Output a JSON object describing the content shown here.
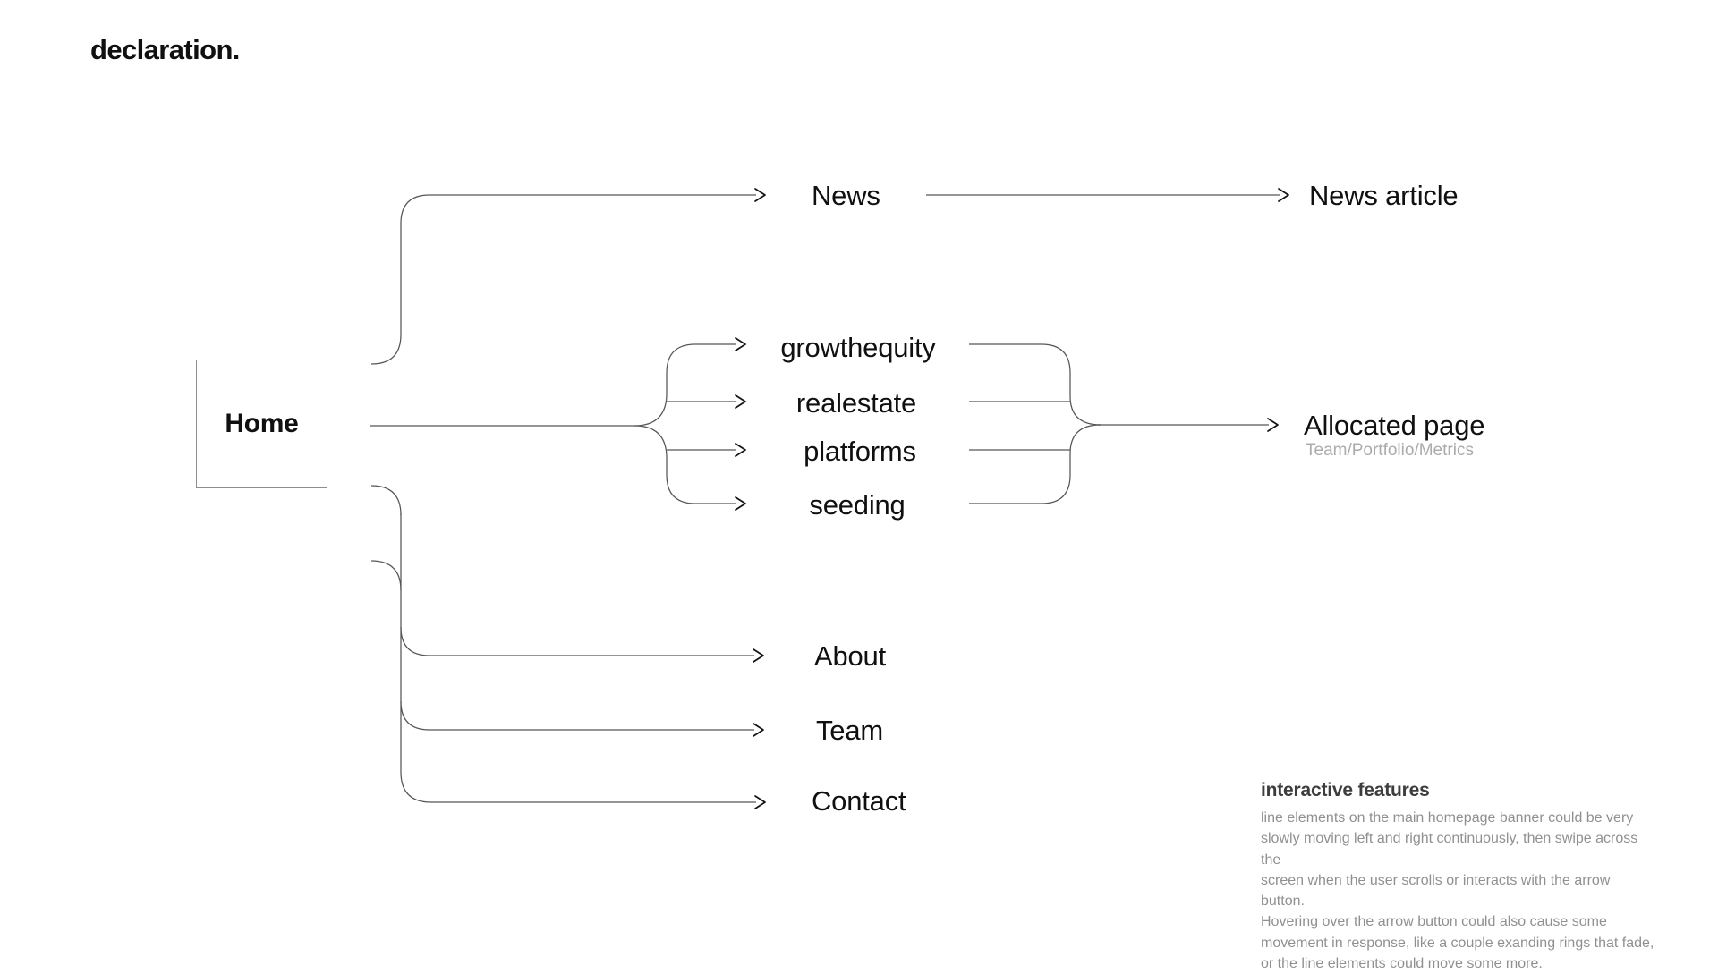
{
  "brand": {
    "logo": "declaration."
  },
  "diagram": {
    "home": "Home",
    "news": "News",
    "news_article": "News article",
    "verticals": [
      "growthequity",
      "realestate",
      "platforms",
      "seeding"
    ],
    "allocated": {
      "title": "Allocated page",
      "subtitle": "Team/Portfolio/Metrics"
    },
    "pages": {
      "about": "About",
      "team": "Team",
      "contact": "Contact"
    }
  },
  "notes": {
    "heading": "interactive features",
    "lines": [
      "line elements on the main homepage banner could be very",
      "slowly moving left and right continuously, then swipe across the",
      "screen when the user scrolls or interacts with the arrow button.",
      "Hovering over the arrow button could also cause some",
      "movement in response, like a couple exanding rings that fade,",
      "or the line elements could move some more."
    ]
  },
  "colors": {
    "background": "#ffffff",
    "text": "#101010",
    "line": "#565656",
    "arrow": "#141414",
    "muted": "#ababab",
    "note-heading": "#3d3d3d",
    "note-body": "#909090",
    "box-border": "#8d8d8d"
  }
}
